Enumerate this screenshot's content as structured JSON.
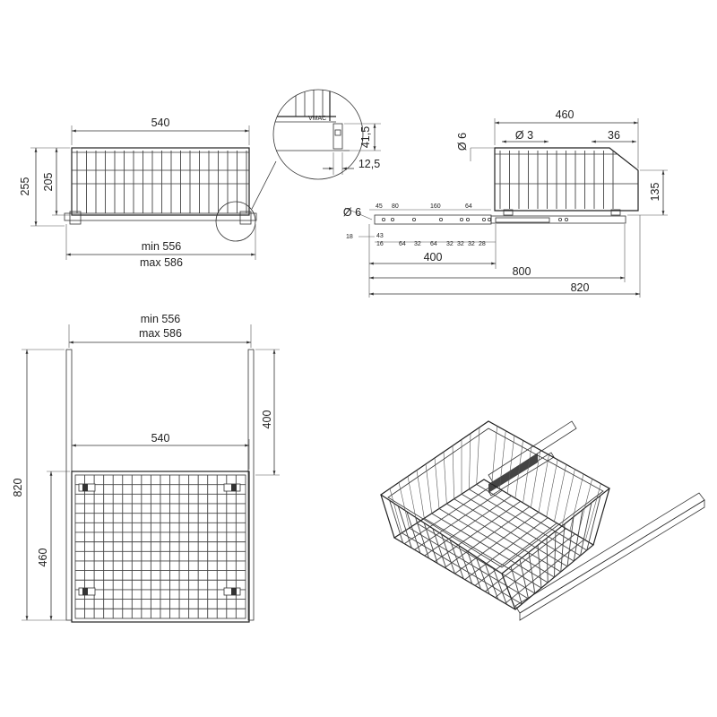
{
  "front_view": {
    "width": "540",
    "height_total": "255",
    "height_basket": "205",
    "rail_min": "min 556",
    "rail_max": "max 586"
  },
  "detail": {
    "brand": "VMAC",
    "height": "41,5",
    "offset": "12,5"
  },
  "side_view": {
    "depth": "460",
    "diameter_top": "Ø 6",
    "diameter_small": "Ø 3",
    "lip": "36",
    "height": "135",
    "hole_diameter": "Ø 6",
    "spacing_45": "45",
    "spacing_80": "80",
    "spacing_160": "160",
    "spacing_64a": "64",
    "offset_18": "18",
    "offset_43": "43",
    "offset_16": "16",
    "spacing_64b": "64",
    "spacing_32a": "32",
    "spacing_64c": "64",
    "spacing_32b": "32",
    "spacing_32c": "32",
    "spacing_32d": "32",
    "spacing_28": "28",
    "length_400": "400",
    "length_800": "800",
    "length_820": "820"
  },
  "top_view": {
    "rail_min": "min 556",
    "rail_max": "max 586",
    "width": "540",
    "length": "820",
    "slide_length": "400",
    "basket_depth": "460"
  }
}
